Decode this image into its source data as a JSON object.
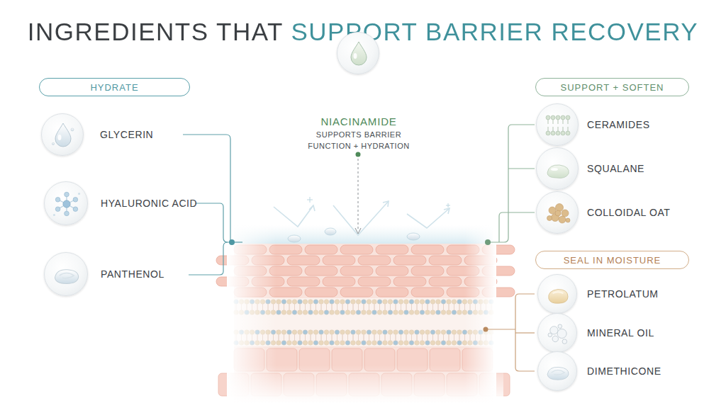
{
  "diagram": {
    "title": "INGREDIENTS THAT SUPPORT BARRIER RECOVERY",
    "nodes": [
      {
        "text": [
          "HYDRATE"
        ]
      },
      {
        "text": [
          "GLYCERIN"
        ]
      },
      {
        "text": [
          "HYALURONIC ACID"
        ]
      },
      {
        "text": [
          "PANTHENOL"
        ]
      },
      {
        "text": [
          "NIACINAMIDE",
          "SUPPORTS BARRIER FUNCTION + HYDRATION"
        ]
      },
      {
        "text": [
          "SUPPORT + SOFTEN"
        ]
      },
      {
        "text": [
          "CERAMIDES"
        ]
      },
      {
        "text": [
          "SQUALANE"
        ]
      },
      {
        "text": [
          "COLLOIDAL OAT"
        ]
      },
      {
        "text": [
          "SEAL IN MOISTURE"
        ]
      },
      {
        "text": [
          "PETROLATUM"
        ]
      },
      {
        "text": [
          "MINERAL OIL"
        ]
      },
      {
        "text": [
          "DIMETHICONE"
        ]
      }
    ]
  }
}
